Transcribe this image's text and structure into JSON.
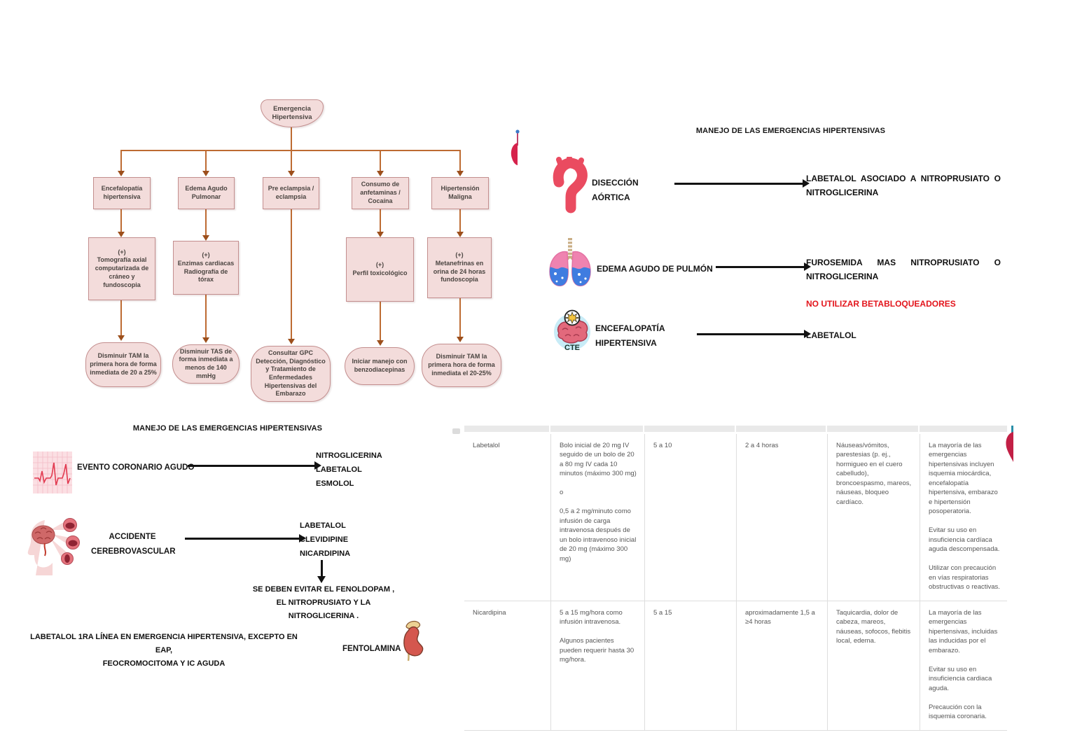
{
  "colors": {
    "flow_box_fill": "#f3dcdb",
    "flow_box_border": "#c38e8e",
    "flow_connector": "#bd6b32",
    "warning_red": "#e3151c",
    "icon_red": "#ea4b60",
    "table_grid": "#dedede"
  },
  "flowchart": {
    "root_label": "Emergencia Hipertensiva",
    "columns": [
      {
        "condition": "Encefalopatía hipertensiva",
        "test": "(+)\nTomografía axial computarizada de cráneo y fundoscopia",
        "action": "Disminuir TAM la primera hora de forma inmediata de 20 a 25%"
      },
      {
        "condition": "Edema Agudo Pulmonar",
        "test": "(+)\nEnzimas cardiacas Radiografía de tórax",
        "action": "Disminuir TAS de forma inmediata a menos de 140 mmHg"
      },
      {
        "condition": "Pre eclampsia / eclampsia",
        "action": "Consultar GPC Detección, Diagnóstico y Tratamiento de Enfermedades Hipertensivas del Embarazo"
      },
      {
        "condition": "Consumo de anfetaminas / Cocaína",
        "test": "(+)\nPerfil toxicológico",
        "action": "Iniciar manejo con benzodiacepinas"
      },
      {
        "condition": "Hipertensión Maligna",
        "test": "(+)\nMetanefrinas en orina de 24 horas fundoscopia",
        "action": "Disminuir TAM la primera hora de forma inmediata el 20-25%"
      }
    ]
  },
  "management_right": {
    "title": "MANEJO DE LAS EMERGENCIAS HIPERTENSIVAS",
    "rows": [
      {
        "icon": "aorta-icon",
        "condition": "DISECCIÓN\nAÓRTICA",
        "treatment": "LABETALOL ASOCIADO A NITROPRUSIATO O NITROGLICERINA"
      },
      {
        "icon": "lungs-icon",
        "condition": "EDEMA AGUDO DE PULMÓN",
        "treatment": "FUROSEMIDA MAS NITROPRUSIATO O NITROGLICERINA",
        "warning": "NO UTILIZAR BETABLOQUEADORES"
      },
      {
        "icon": "brain-cte-icon",
        "icon_label": "CTE",
        "condition": "ENCEFALOPATÍA\nHIPERTENSIVA",
        "treatment": "LABETALOL"
      }
    ]
  },
  "management_left": {
    "title": "MANEJO DE LAS EMERGENCIAS HIPERTENSIVAS",
    "rows": [
      {
        "icon": "ecg-icon",
        "condition": "EVENTO CORONARIO AGUDO",
        "treatment": "NITROGLICERINA\nLABETALOL\nESMOLOL"
      },
      {
        "icon": "stroke-icon",
        "condition": "ACCIDENTE\nCEREBROVASCULAR",
        "treatment": "LABETALOL\nCLEVIDIPINE\nNICARDIPINA",
        "caution": "SE DEBEN EVITAR EL FENOLDOPAM ,\nEL NITROPRUSIATO Y LA\nNITROGLICERINA ."
      }
    ],
    "note": "LABETALOL 1RA LÍNEA EN EMERGENCIA HIPERTENSIVA, EXCEPTO EN EAP,\nFEOCROMOCITOMA Y IC AGUDA",
    "kidney_label": "FENTOLAMINA"
  },
  "drug_table": {
    "rows": [
      {
        "drug": "Labetalol",
        "dose": "Bolo inicial de 20 mg IV seguido de un bolo de 20 a 80 mg IV cada 10 minutos (máximo 300 mg)\n\no\n\n0,5 a 2 mg/minuto como infusión de carga intravenosa después de un bolo intravenoso inicial de 20 mg (máximo 300 mg)",
        "onset": "5 a 10",
        "duration": "2 a 4 horas",
        "adverse_effects": "Náuseas/vómitos, parestesias (p. ej., hormigueo en el cuero cabelludo), broncoespasmo, mareos, náuseas, bloqueo cardíaco.",
        "indications": "La mayoría de las emergencias hipertensivas incluyen isquemia miocárdica, encefalopatía hipertensiva, embarazo e hipertensión posoperatoria.\n\nEvitar su uso en insuficiencia cardíaca aguda descompensada.\n\nUtilizar con precaución en vías respiratorias obstructivas o reactivas."
      },
      {
        "drug": "Nicardipina",
        "dose": "5 a 15 mg/hora como infusión intravenosa.\n\nAlgunos pacientes pueden requerir hasta 30 mg/hora.",
        "onset": "5 a 15",
        "duration": "aproximadamente 1,5 a ≥4 horas",
        "adverse_effects": "Taquicardia, dolor de cabeza, mareos, náuseas, sofocos, flebitis local, edema.",
        "indications": "La mayoría de las emergencias hipertensivas, incluidas las inducidas por el embarazo.\n\nEvitar su uso en insuficiencia cardiaca aguda.\n\nPrecaución con la isquemia coronaria."
      }
    ]
  }
}
